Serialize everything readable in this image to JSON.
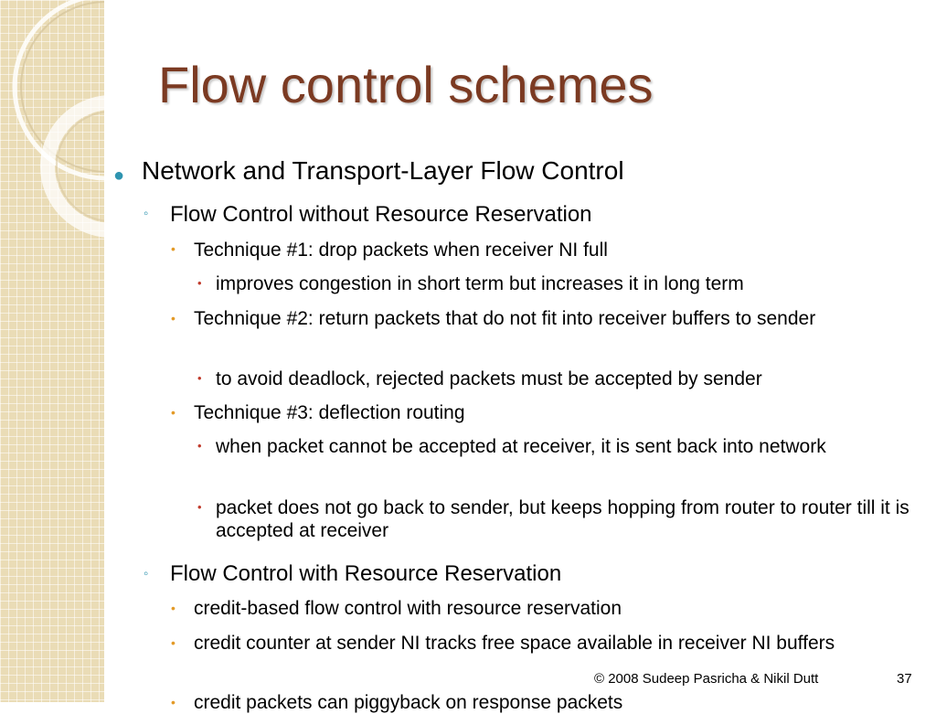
{
  "slide": {
    "title": "Flow control schemes",
    "items": [
      {
        "text": "Network and Transport-Layer Flow Control"
      },
      {
        "text": "Flow Control without Resource Reservation"
      },
      {
        "text": "Technique #1: drop packets when receiver NI full"
      },
      {
        "text": "improves congestion in short term but increases it in long term"
      },
      {
        "text": "Technique #2: return packets that do not fit into receiver buffers to sender"
      },
      {
        "text": "to avoid deadlock, rejected packets must be accepted by sender"
      },
      {
        "text": "Technique #3: deflection routing"
      },
      {
        "text": "when packet cannot be accepted at receiver, it is sent back into network"
      },
      {
        "text": "packet does not go back to sender, but keeps hopping from router to router till it is accepted at receiver"
      },
      {
        "text": "Flow Control with Resource Reservation"
      },
      {
        "text": "credit-based flow control with resource reservation"
      },
      {
        "text": "credit counter at sender NI tracks free space available in receiver NI buffers"
      },
      {
        "text": "credit packets can piggyback on response packets"
      }
    ],
    "footer": {
      "copyright": "© 2008 Sudeep Pasricha  & Nikil Dutt",
      "page_number": "37"
    },
    "colors": {
      "title": "#7b3a22",
      "bullet_level1": "#2e94b0",
      "bullet_level3": "#e39a27",
      "bullet_level4": "#c03a2b"
    }
  }
}
